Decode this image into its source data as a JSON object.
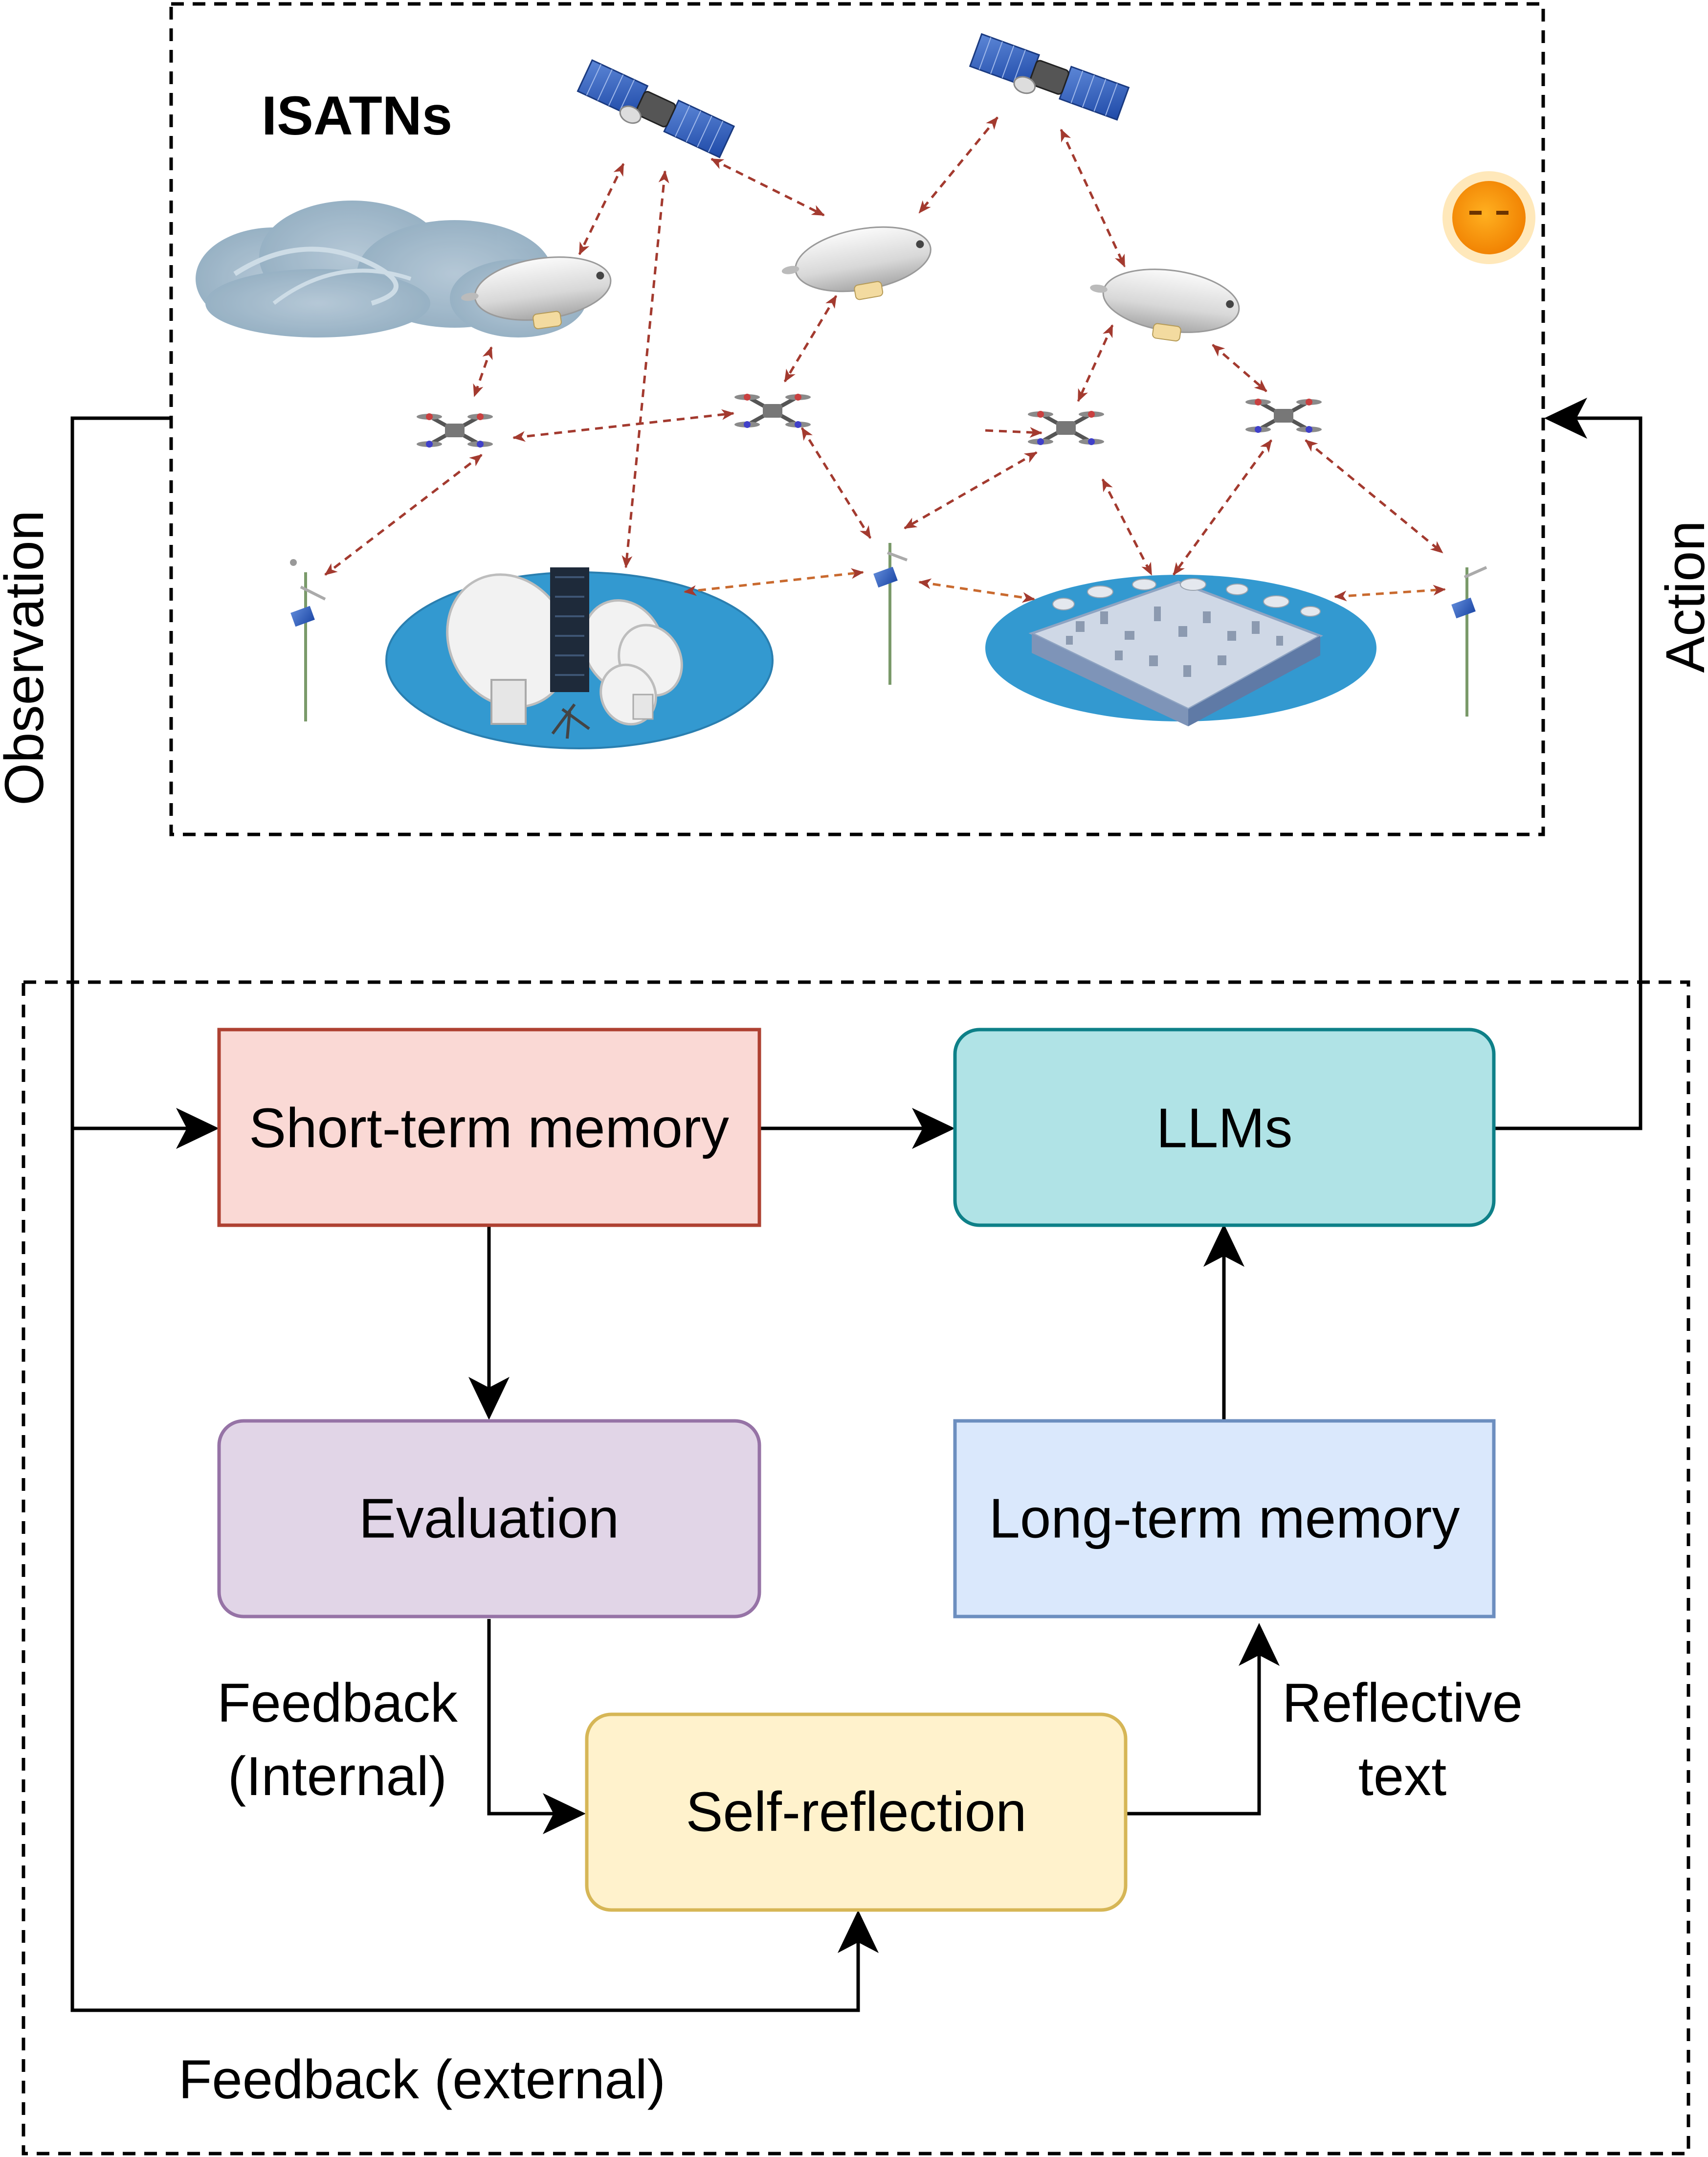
{
  "network": {
    "title": "ISATNs"
  },
  "side_labels": {
    "observation": "Observation",
    "action": "Action"
  },
  "boxes": {
    "short_term_memory": "Short-term memory",
    "llms": "LLMs",
    "evaluation": "Evaluation",
    "long_term_memory": "Long-term memory",
    "self_reflection": "Self-reflection"
  },
  "edge_labels": {
    "feedback_internal_1": "Feedback",
    "feedback_internal_2": "(Internal)",
    "reflective_1": "Reflective",
    "reflective_2": "text",
    "feedback_external": "Feedback (external)"
  },
  "colors": {
    "short_term_fill": "#fad9d5",
    "short_term_stroke": "#ae4132",
    "llms_fill": "#b0e3e6",
    "llms_stroke": "#0e8088",
    "evaluation_fill": "#e1d5e7",
    "evaluation_stroke": "#9673a6",
    "long_term_fill": "#dae8fc",
    "long_term_stroke": "#6c8ebf",
    "self_reflection_fill": "#fff2cc",
    "self_reflection_stroke": "#d6b656",
    "link_arrow": "#a33a2f",
    "ground_disc": "#3399d0"
  }
}
